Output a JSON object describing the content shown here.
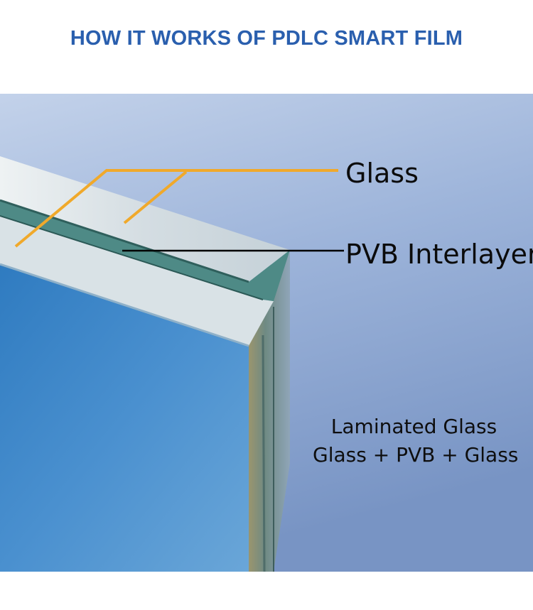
{
  "header": {
    "title": "HOW IT WORKS OF PDLC SMART FILM"
  },
  "diagram": {
    "labels": {
      "glass": "Glass",
      "pvb": "PVB Interlayer"
    },
    "caption": {
      "line1": "Laminated Glass",
      "line2": "Glass + PVB + Glass"
    }
  },
  "colors": {
    "title": "#2a5fae",
    "background_top": "#b5c7e3",
    "background_bottom": "#6f8fbd",
    "glass_face": "#3f86c5",
    "glass_edge": "#d6dde4",
    "pvb_line": "#3a6f73",
    "leader_glass": "#f0a92b",
    "leader_pvb": "#000000"
  }
}
